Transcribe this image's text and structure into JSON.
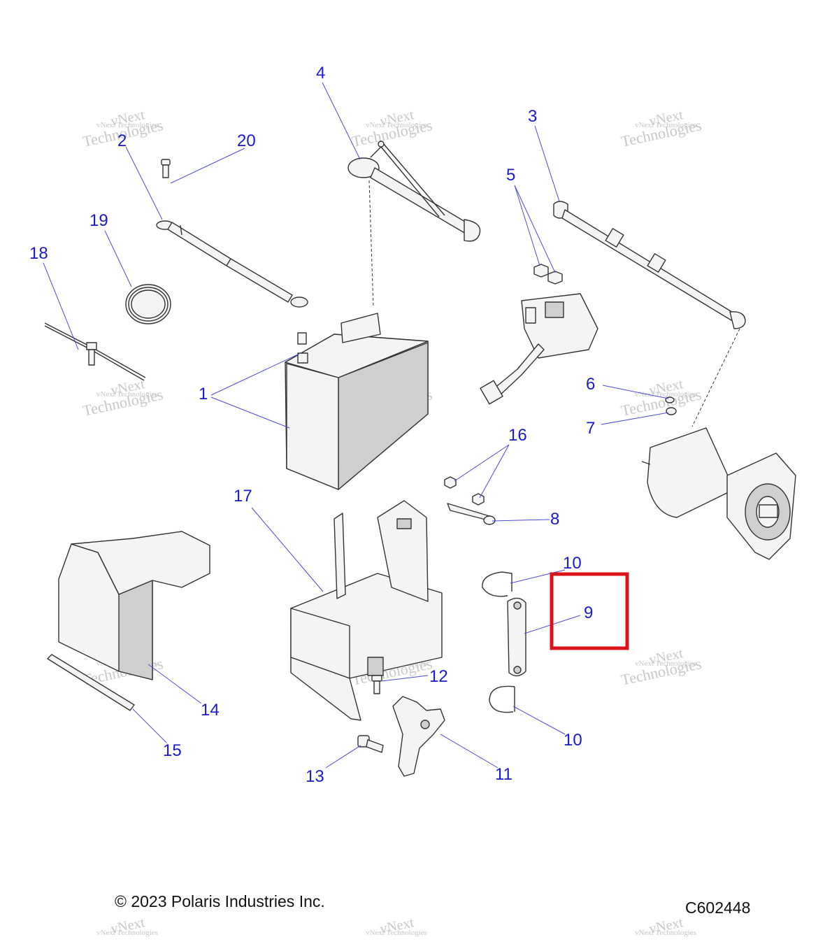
{
  "callouts": {
    "c1": "1",
    "c2": "2",
    "c3": "3",
    "c4": "4",
    "c5": "5",
    "c6": "6",
    "c7": "7",
    "c8": "8",
    "c9": "9",
    "c10a": "10",
    "c10b": "10",
    "c11": "11",
    "c12": "12",
    "c13": "13",
    "c14": "14",
    "c15": "15",
    "c16": "16",
    "c17": "17",
    "c18": "18",
    "c19": "19",
    "c20": "20"
  },
  "watermark": {
    "line1": "vNext Technologies",
    "line2": "vNext",
    "line3": "Technologies"
  },
  "footer": {
    "copyright": "© 2023 Polaris Industries Inc.",
    "figure_id": "C602448"
  },
  "highlight": {
    "color": "#d9141a",
    "target": "9"
  }
}
